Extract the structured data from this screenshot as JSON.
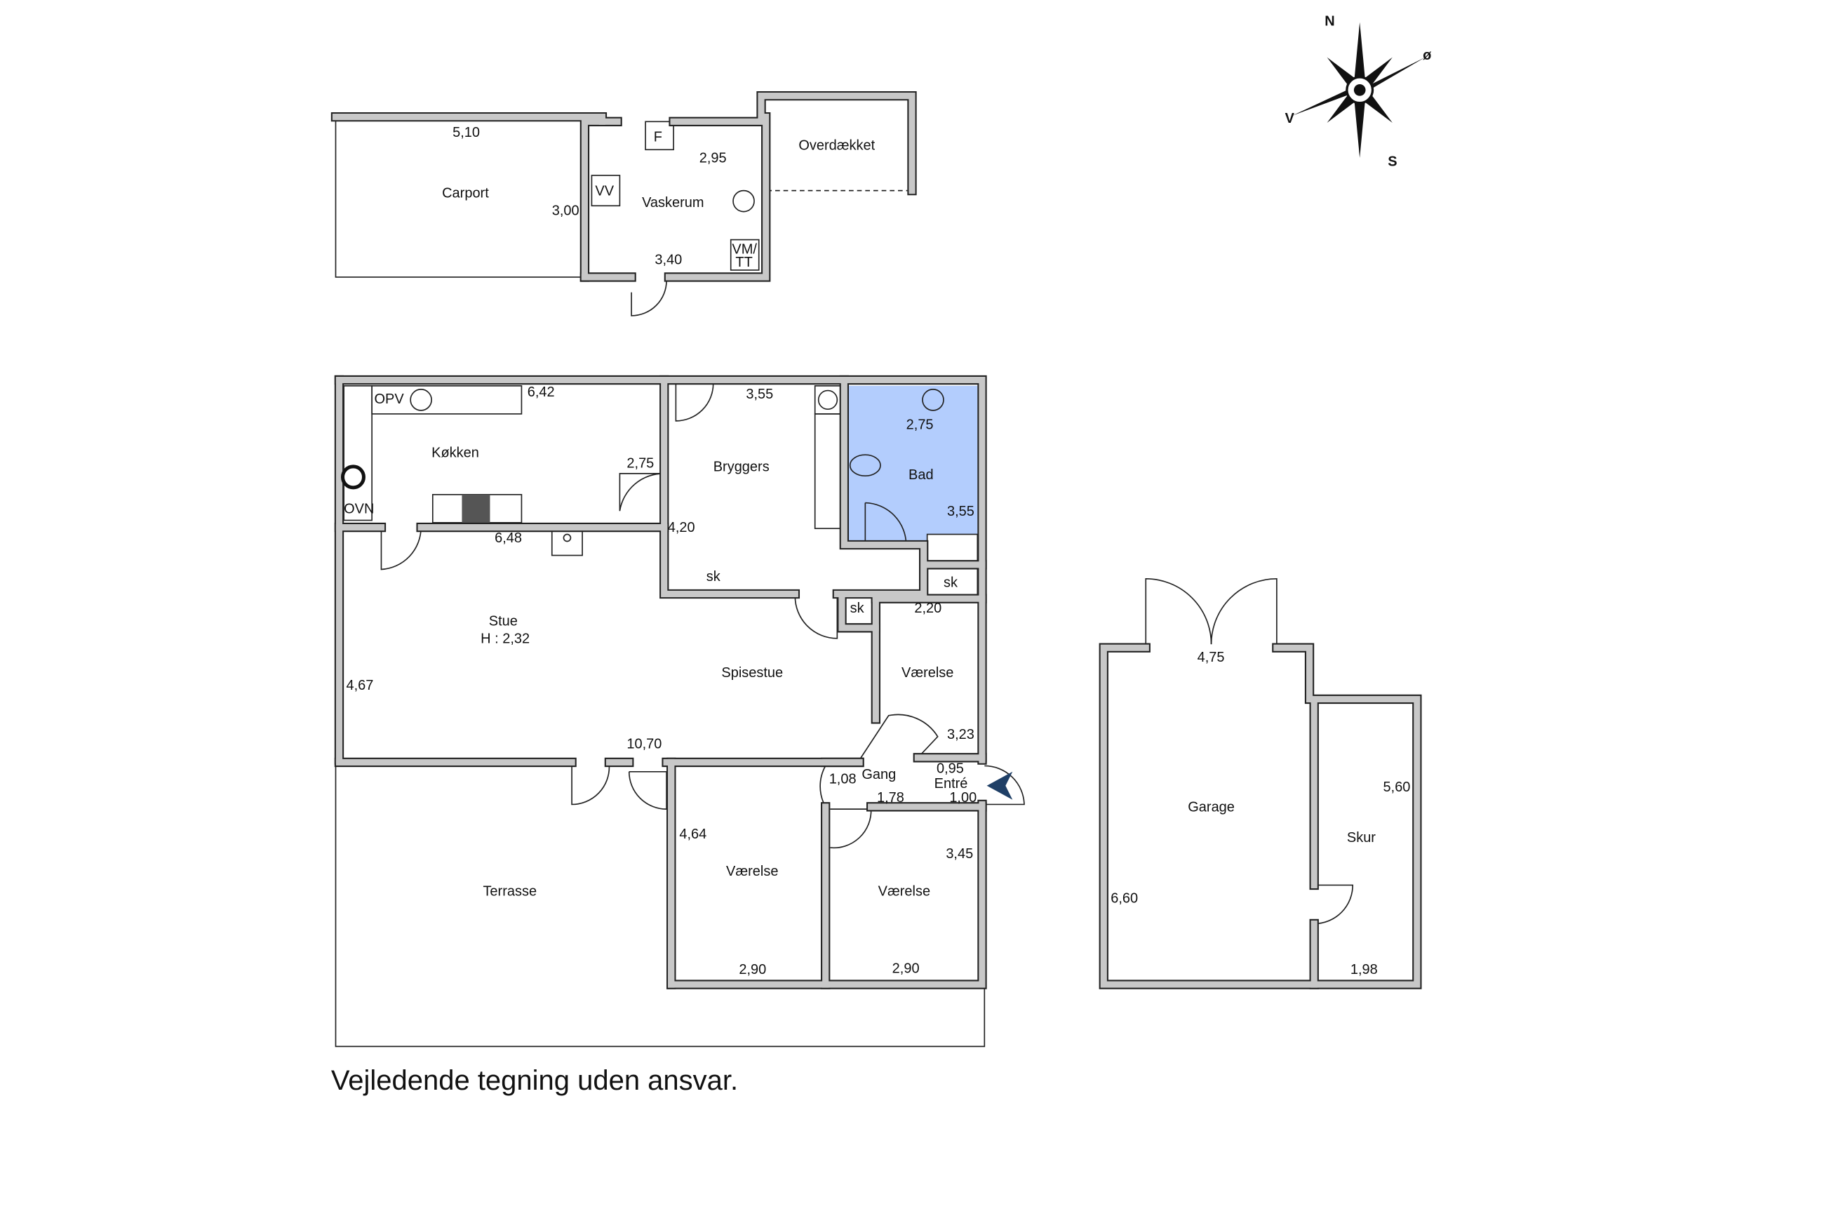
{
  "caption": "Vejledende tegning uden ansvar.",
  "compass": {
    "north": "N",
    "east": "ø",
    "south": "S",
    "west": "V"
  },
  "colors": {
    "wall": "#c8c8c8",
    "bath": "#b3cdfd",
    "entrance_arrow": "#1f3f66"
  },
  "outbuilding": {
    "carport": {
      "name": "Carport",
      "width": "5,10",
      "depth": "3,00"
    },
    "vaskerum": {
      "name": "Vaskerum",
      "width": "2,95",
      "depth": "3,40",
      "f": "F",
      "vv": "VV",
      "vm": "VM/",
      "tt": "TT"
    },
    "overdaekket": {
      "name": "Overdækket"
    }
  },
  "house": {
    "kokken": {
      "name": "Køkken",
      "top": "6,42",
      "side": "2,75",
      "bottom": "6,48",
      "opv": "OPV",
      "ovn": "OVN"
    },
    "bryggers": {
      "name": "Bryggers",
      "top": "3,55",
      "side": "4,20",
      "sk": "sk"
    },
    "bad": {
      "name": "Bad",
      "top": "2,75",
      "side": "3,55"
    },
    "sk2": "sk",
    "sk3": "sk",
    "stue": {
      "name": "Stue",
      "height": "H : 2,32",
      "side": "4,67",
      "bottom": "10,70"
    },
    "spisestue": {
      "name": "Spisestue"
    },
    "vaerelse1": {
      "name": "Værelse",
      "top": "2,20",
      "side": "3,23"
    },
    "gang": {
      "name": "Gang",
      "a": "1,08",
      "b": "1,78"
    },
    "entre": {
      "name": "Entré",
      "a": "0,95",
      "b": "1,00"
    },
    "vaerelse2": {
      "name": "Værelse",
      "side": "4,64",
      "bottom": "2,90"
    },
    "vaerelse3": {
      "name": "Værelse",
      "side": "3,45",
      "bottom": "2,90"
    },
    "terrasse": {
      "name": "Terrasse"
    }
  },
  "garage_building": {
    "garage": {
      "name": "Garage",
      "top": "4,75",
      "side": "6,60"
    },
    "skur": {
      "name": "Skur",
      "side": "5,60",
      "bottom": "1,98"
    }
  }
}
